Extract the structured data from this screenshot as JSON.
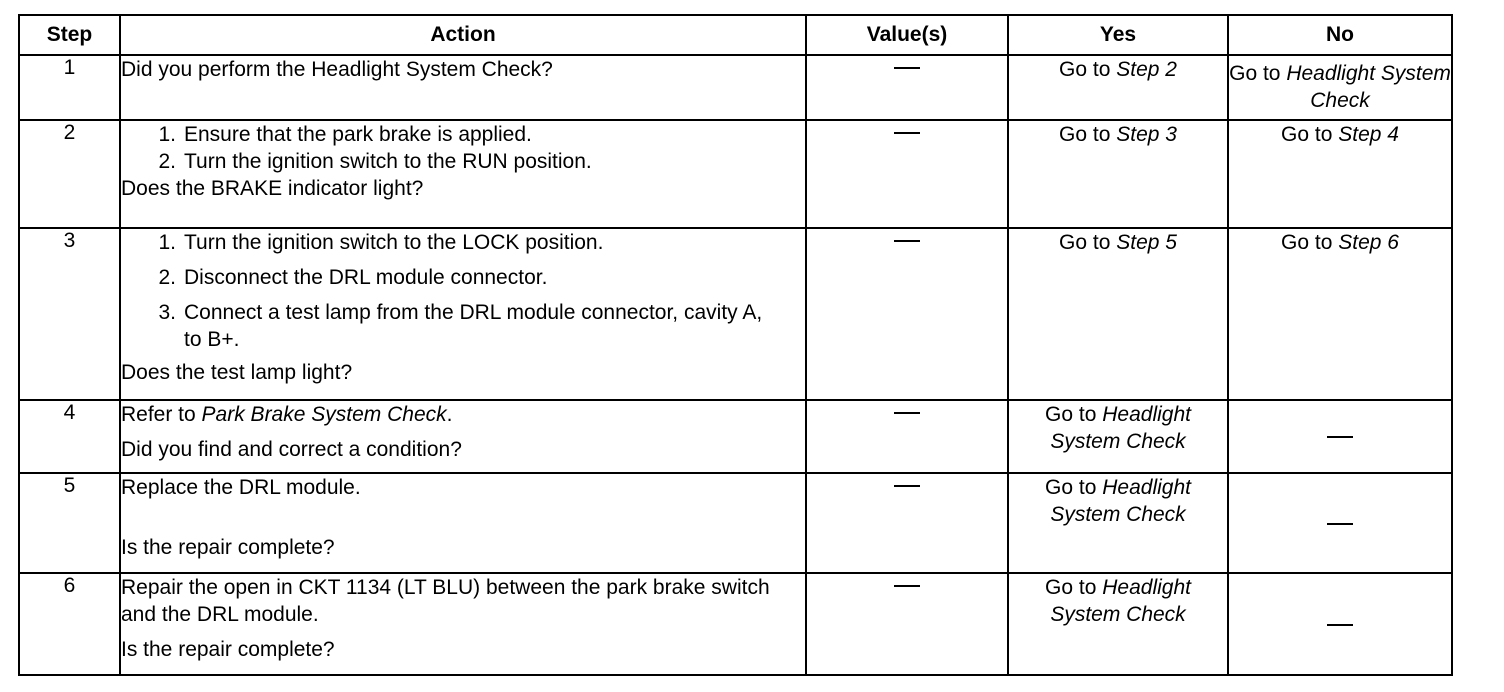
{
  "headers": {
    "step": "Step",
    "action": "Action",
    "values": "Value(s)",
    "yes": "Yes",
    "no": "No"
  },
  "dash": "—",
  "rows": [
    {
      "step": "1",
      "question": "Did you perform the Headlight System Check?",
      "yes_prefix": "Go to ",
      "yes_target": "Step 2",
      "no_prefix": "Go to ",
      "no_target": "Headlight System Check"
    },
    {
      "step": "2",
      "items": [
        "Ensure that the park brake is applied.",
        "Turn the ignition switch to the RUN position."
      ],
      "question": "Does the BRAKE indicator light?",
      "yes_prefix": "Go to ",
      "yes_target": "Step 3",
      "no_prefix": "Go to ",
      "no_target": "Step 4"
    },
    {
      "step": "3",
      "items": [
        "Turn the ignition switch to the LOCK position.",
        "Disconnect the DRL module connector.",
        "Connect a test lamp from the DRL module connector, cavity A, to B+."
      ],
      "question": "Does the test lamp light?",
      "yes_prefix": "Go to ",
      "yes_target": "Step 5",
      "no_prefix": "Go to ",
      "no_target": "Step 6"
    },
    {
      "step": "4",
      "refer_prefix": "Refer to ",
      "refer_target": "Park Brake System Check",
      "refer_suffix": ".",
      "question": "Did you find and correct a condition?",
      "yes_prefix": "Go to ",
      "yes_target": "Headlight System Check"
    },
    {
      "step": "5",
      "instruction": "Replace the DRL module.",
      "question": "Is the repair complete?",
      "yes_prefix": "Go to ",
      "yes_target": "Headlight System Check"
    },
    {
      "step": "6",
      "instruction": "Repair the open in CKT 1134 (LT BLU) between the park brake switch and the DRL module.",
      "question": "Is the repair complete?",
      "yes_prefix": "Go to ",
      "yes_target": "Headlight System Check"
    }
  ]
}
